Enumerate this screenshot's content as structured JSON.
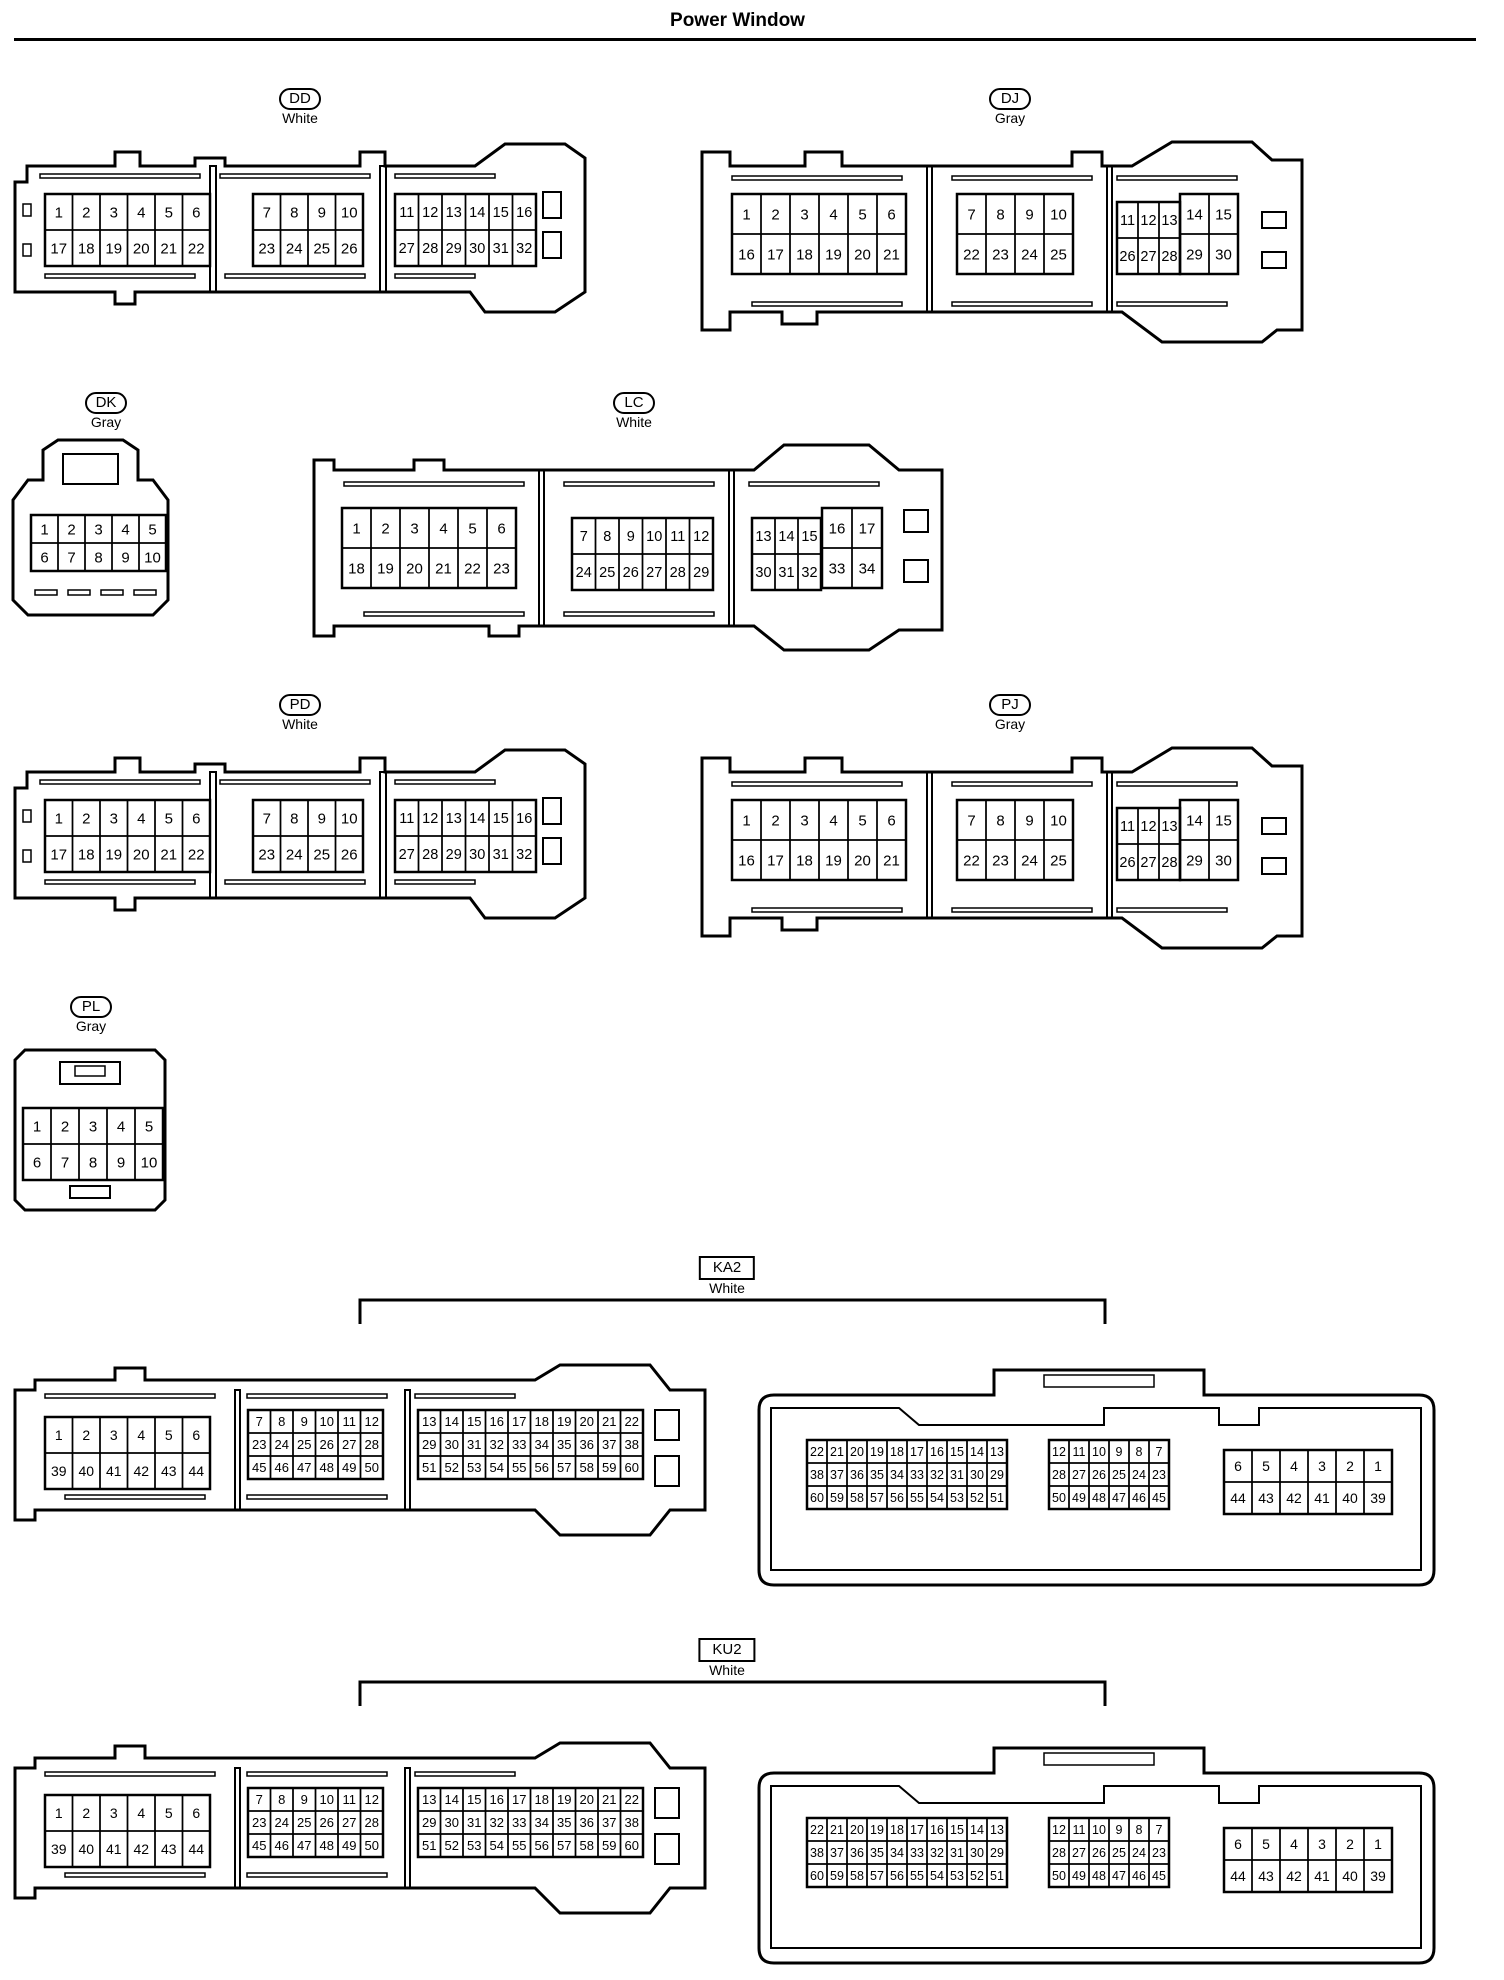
{
  "page": {
    "title": "Power Window"
  },
  "connectors": [
    {
      "id": "DD",
      "color": "White",
      "blocks": [
        {
          "rows": [
            [
              "1",
              "2",
              "3",
              "4",
              "5",
              "6"
            ],
            [
              "17",
              "18",
              "19",
              "20",
              "21",
              "22"
            ]
          ]
        },
        {
          "rows": [
            [
              "7",
              "8",
              "9",
              "10"
            ],
            [
              "23",
              "24",
              "25",
              "26"
            ]
          ]
        },
        {
          "rows": [
            [
              "11",
              "12",
              "13",
              "14",
              "15",
              "16"
            ],
            [
              "27",
              "28",
              "29",
              "30",
              "31",
              "32"
            ]
          ]
        }
      ]
    },
    {
      "id": "DJ",
      "color": "Gray",
      "blocks": [
        {
          "rows": [
            [
              "1",
              "2",
              "3",
              "4",
              "5",
              "6"
            ],
            [
              "16",
              "17",
              "18",
              "19",
              "20",
              "21"
            ]
          ]
        },
        {
          "rows": [
            [
              "7",
              "8",
              "9",
              "10"
            ],
            [
              "22",
              "23",
              "24",
              "25"
            ]
          ]
        },
        {
          "rows": [
            [
              "11",
              "12",
              "13"
            ],
            [
              "26",
              "27",
              "28"
            ]
          ]
        },
        {
          "rows": [
            [
              "14",
              "15"
            ],
            [
              "29",
              "30"
            ]
          ]
        }
      ]
    },
    {
      "id": "DK",
      "color": "Gray",
      "blocks": [
        {
          "rows": [
            [
              "1",
              "2",
              "3",
              "4",
              "5"
            ],
            [
              "6",
              "7",
              "8",
              "9",
              "10"
            ]
          ]
        }
      ]
    },
    {
      "id": "LC",
      "color": "White",
      "blocks": [
        {
          "rows": [
            [
              "1",
              "2",
              "3",
              "4",
              "5",
              "6"
            ],
            [
              "18",
              "19",
              "20",
              "21",
              "22",
              "23"
            ]
          ]
        },
        {
          "rows": [
            [
              "7",
              "8",
              "9",
              "10",
              "11",
              "12"
            ],
            [
              "24",
              "25",
              "26",
              "27",
              "28",
              "29"
            ]
          ]
        },
        {
          "rows": [
            [
              "13",
              "14",
              "15"
            ],
            [
              "30",
              "31",
              "32"
            ]
          ]
        },
        {
          "rows": [
            [
              "16",
              "17"
            ],
            [
              "33",
              "34"
            ]
          ]
        }
      ]
    },
    {
      "id": "PD",
      "color": "White",
      "blocks": [
        {
          "rows": [
            [
              "1",
              "2",
              "3",
              "4",
              "5",
              "6"
            ],
            [
              "17",
              "18",
              "19",
              "20",
              "21",
              "22"
            ]
          ]
        },
        {
          "rows": [
            [
              "7",
              "8",
              "9",
              "10"
            ],
            [
              "23",
              "24",
              "25",
              "26"
            ]
          ]
        },
        {
          "rows": [
            [
              "11",
              "12",
              "13",
              "14",
              "15",
              "16"
            ],
            [
              "27",
              "28",
              "29",
              "30",
              "31",
              "32"
            ]
          ]
        }
      ]
    },
    {
      "id": "PJ",
      "color": "Gray",
      "blocks": [
        {
          "rows": [
            [
              "1",
              "2",
              "3",
              "4",
              "5",
              "6"
            ],
            [
              "16",
              "17",
              "18",
              "19",
              "20",
              "21"
            ]
          ]
        },
        {
          "rows": [
            [
              "7",
              "8",
              "9",
              "10"
            ],
            [
              "22",
              "23",
              "24",
              "25"
            ]
          ]
        },
        {
          "rows": [
            [
              "11",
              "12",
              "13"
            ],
            [
              "26",
              "27",
              "28"
            ]
          ]
        },
        {
          "rows": [
            [
              "14",
              "15"
            ],
            [
              "29",
              "30"
            ]
          ]
        }
      ]
    },
    {
      "id": "PL",
      "color": "Gray",
      "blocks": [
        {
          "rows": [
            [
              "1",
              "2",
              "3",
              "4",
              "5"
            ],
            [
              "6",
              "7",
              "8",
              "9",
              "10"
            ]
          ]
        }
      ]
    },
    {
      "id": "KA2",
      "color": "White",
      "pair": true,
      "blocks": [
        {
          "rows": [
            [
              "1",
              "2",
              "3",
              "4",
              "5",
              "6"
            ],
            [
              "39",
              "40",
              "41",
              "42",
              "43",
              "44"
            ]
          ]
        },
        {
          "rows": [
            [
              "7",
              "8",
              "9",
              "10",
              "11",
              "12"
            ],
            [
              "23",
              "24",
              "25",
              "26",
              "27",
              "28"
            ],
            [
              "45",
              "46",
              "47",
              "48",
              "49",
              "50"
            ]
          ]
        },
        {
          "rows": [
            [
              "13",
              "14",
              "15",
              "16",
              "17",
              "18",
              "19",
              "20",
              "21",
              "22"
            ],
            [
              "29",
              "30",
              "31",
              "32",
              "33",
              "34",
              "35",
              "36",
              "37",
              "38"
            ],
            [
              "51",
              "52",
              "53",
              "54",
              "55",
              "56",
              "57",
              "58",
              "59",
              "60"
            ]
          ]
        },
        {
          "rows": [
            [
              "22",
              "21",
              "20",
              "19",
              "18",
              "17",
              "16",
              "15",
              "14",
              "13"
            ],
            [
              "38",
              "37",
              "36",
              "35",
              "34",
              "33",
              "32",
              "31",
              "30",
              "29"
            ],
            [
              "60",
              "59",
              "58",
              "57",
              "56",
              "55",
              "54",
              "53",
              "52",
              "51"
            ]
          ]
        },
        {
          "rows": [
            [
              "12",
              "11",
              "10",
              "9",
              "8",
              "7"
            ],
            [
              "28",
              "27",
              "26",
              "25",
              "24",
              "23"
            ],
            [
              "50",
              "49",
              "48",
              "47",
              "46",
              "45"
            ]
          ]
        },
        {
          "rows": [
            [
              "6",
              "5",
              "4",
              "3",
              "2",
              "1"
            ],
            [
              "44",
              "43",
              "42",
              "41",
              "40",
              "39"
            ]
          ]
        }
      ]
    },
    {
      "id": "KU2",
      "color": "White",
      "pair": true,
      "blocks": [
        {
          "rows": [
            [
              "1",
              "2",
              "3",
              "4",
              "5",
              "6"
            ],
            [
              "39",
              "40",
              "41",
              "42",
              "43",
              "44"
            ]
          ]
        },
        {
          "rows": [
            [
              "7",
              "8",
              "9",
              "10",
              "11",
              "12"
            ],
            [
              "23",
              "24",
              "25",
              "26",
              "27",
              "28"
            ],
            [
              "45",
              "46",
              "47",
              "48",
              "49",
              "50"
            ]
          ]
        },
        {
          "rows": [
            [
              "13",
              "14",
              "15",
              "16",
              "17",
              "18",
              "19",
              "20",
              "21",
              "22"
            ],
            [
              "29",
              "30",
              "31",
              "32",
              "33",
              "34",
              "35",
              "36",
              "37",
              "38"
            ],
            [
              "51",
              "52",
              "53",
              "54",
              "55",
              "56",
              "57",
              "58",
              "59",
              "60"
            ]
          ]
        },
        {
          "rows": [
            [
              "22",
              "21",
              "20",
              "19",
              "18",
              "17",
              "16",
              "15",
              "14",
              "13"
            ],
            [
              "38",
              "37",
              "36",
              "35",
              "34",
              "33",
              "32",
              "31",
              "30",
              "29"
            ],
            [
              "60",
              "59",
              "58",
              "57",
              "56",
              "55",
              "54",
              "53",
              "52",
              "51"
            ]
          ]
        },
        {
          "rows": [
            [
              "12",
              "11",
              "10",
              "9",
              "8",
              "7"
            ],
            [
              "28",
              "27",
              "26",
              "25",
              "24",
              "23"
            ],
            [
              "50",
              "49",
              "48",
              "47",
              "46",
              "45"
            ]
          ]
        },
        {
          "rows": [
            [
              "6",
              "5",
              "4",
              "3",
              "2",
              "1"
            ],
            [
              "44",
              "43",
              "42",
              "41",
              "40",
              "39"
            ]
          ]
        }
      ]
    }
  ]
}
